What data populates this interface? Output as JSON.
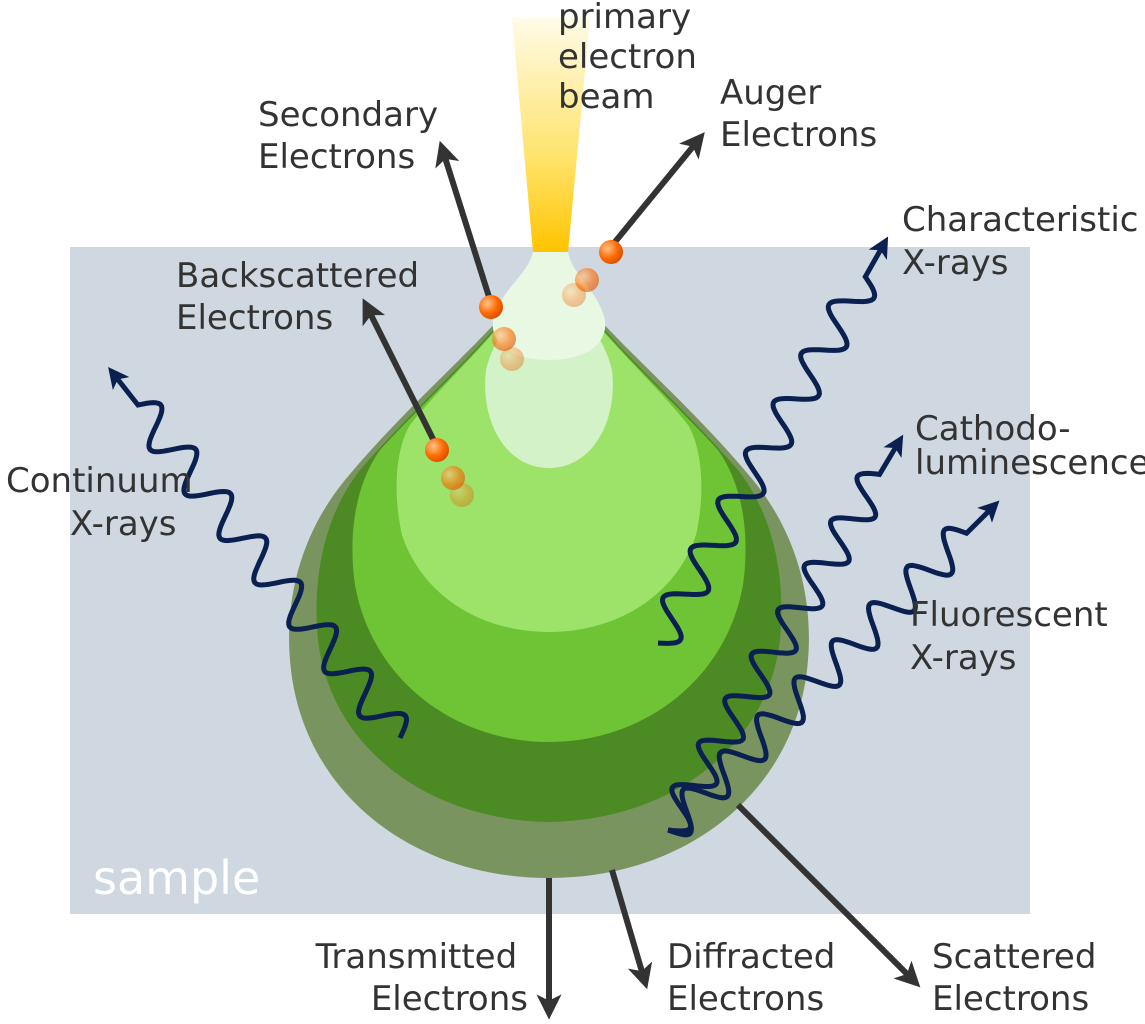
{
  "sample_label": "sample",
  "labels": {
    "primary_beam": [
      "primary",
      "electron",
      "beam"
    ],
    "secondary": [
      "Secondary",
      "Electrons"
    ],
    "auger": [
      "Auger",
      "Electrons"
    ],
    "backscattered": [
      "Backscattered",
      "Electrons"
    ],
    "characteristic": [
      "Characteristic",
      "X-rays"
    ],
    "continuum": [
      "Continuum",
      "X-rays"
    ],
    "cathodo": [
      "Cathodo-",
      "luminescence"
    ],
    "fluorescent": [
      "Fluorescent",
      "X-rays"
    ],
    "transmitted": [
      "Transmitted",
      "Electrons"
    ],
    "diffracted": [
      "Diffracted",
      "Electrons"
    ],
    "scattered": [
      "Scattered",
      "Electrons"
    ]
  },
  "colors": {
    "sample_bg": "#cfd8e0",
    "beam": "#ffcc00",
    "zone_outer": "#7a9460",
    "zone_2": "#4c8a24",
    "zone_3": "#6fc436",
    "zone_4": "#9de36a",
    "zone_inner": "#d4f2c8",
    "electron": "#ff6a00",
    "wave": "#0a2050",
    "arrow": "#333333"
  }
}
